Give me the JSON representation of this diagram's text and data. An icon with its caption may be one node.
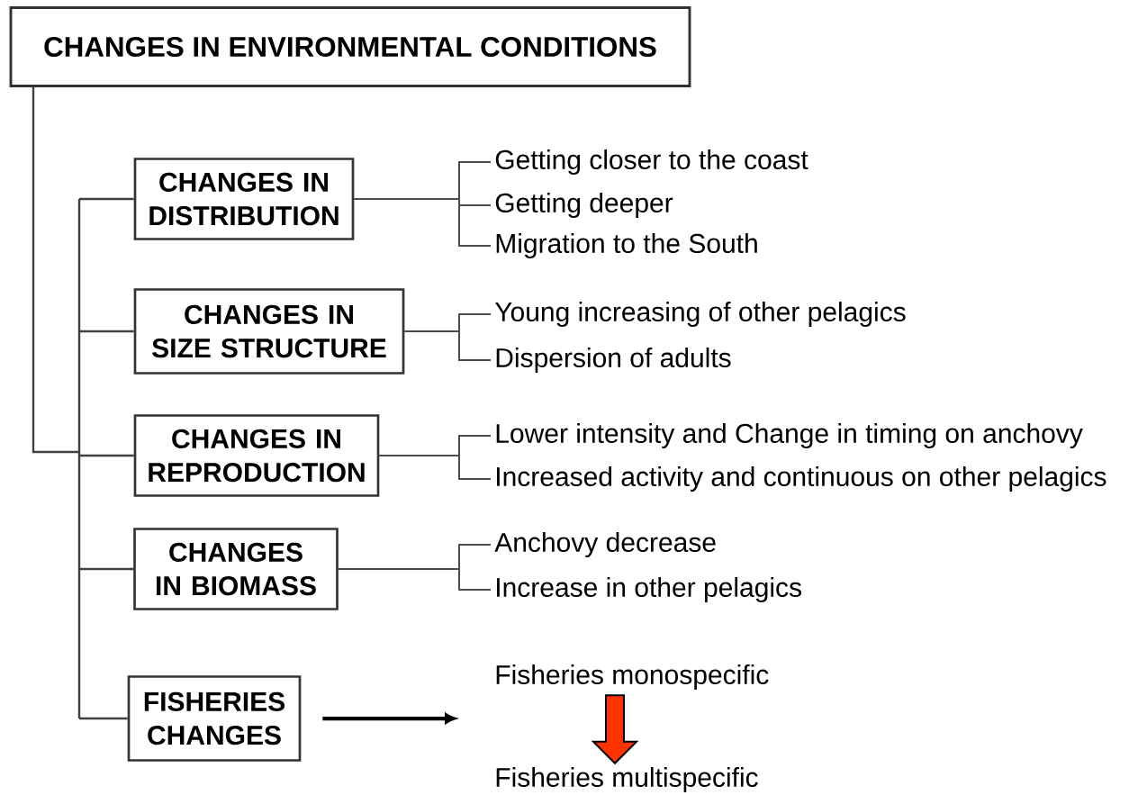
{
  "diagram": {
    "nodes": [
      {
        "text": [
          "CHANGES IN ENVIRONMENTAL CONDITIONS"
        ]
      },
      {
        "text": [
          "CHANGES IN DISTRIBUTION"
        ]
      },
      {
        "text": [
          "CHANGES IN SIZE STRUCTURE"
        ]
      },
      {
        "text": [
          "CHANGES IN REPRODUCTION"
        ]
      },
      {
        "text": [
          "CHANGES IN BIOMASS"
        ]
      },
      {
        "text": [
          "FISHERIES CHANGES"
        ]
      },
      {
        "text": [
          "Getting closer to the coast"
        ]
      },
      {
        "text": [
          "Getting deeper"
        ]
      },
      {
        "text": [
          "Migration to the South"
        ]
      },
      {
        "text": [
          "Young increasing of other pelagics"
        ]
      },
      {
        "text": [
          "Dispersion of adults"
        ]
      },
      {
        "text": [
          "Lower intensity and Change in timing on anchovy"
        ]
      },
      {
        "text": [
          "Increased activity and continuous on other pelagics"
        ]
      },
      {
        "text": [
          "Anchovy decrease"
        ]
      },
      {
        "text": [
          "Increase in other pelagics"
        ]
      },
      {
        "text": [
          "Fisheries monospecific"
        ]
      },
      {
        "text": [
          "Fisheries multispecific"
        ]
      }
    ],
    "edges": [
      {
        "from": 0,
        "to": 1,
        "arrow": "none"
      },
      {
        "from": 0,
        "to": 2,
        "arrow": "none"
      },
      {
        "from": 0,
        "to": 3,
        "arrow": "none"
      },
      {
        "from": 0,
        "to": 4,
        "arrow": "none"
      },
      {
        "from": 0,
        "to": 5,
        "arrow": "none"
      },
      {
        "from": 1,
        "to": 6,
        "arrow": "none"
      },
      {
        "from": 1,
        "to": 7,
        "arrow": "none"
      },
      {
        "from": 1,
        "to": 8,
        "arrow": "none"
      },
      {
        "from": 2,
        "to": 9,
        "arrow": "none"
      },
      {
        "from": 2,
        "to": 10,
        "arrow": "none"
      },
      {
        "from": 3,
        "to": 11,
        "arrow": "none"
      },
      {
        "from": 3,
        "to": 12,
        "arrow": "none"
      },
      {
        "from": 4,
        "to": 13,
        "arrow": "none"
      },
      {
        "from": 4,
        "to": 14,
        "arrow": "none"
      },
      {
        "from": 5,
        "to": null,
        "arrow": "to",
        "style": "thick"
      },
      {
        "from": 15,
        "to": 16,
        "arrow": "to",
        "style": "thick",
        "color": "#ff3300"
      }
    ]
  }
}
